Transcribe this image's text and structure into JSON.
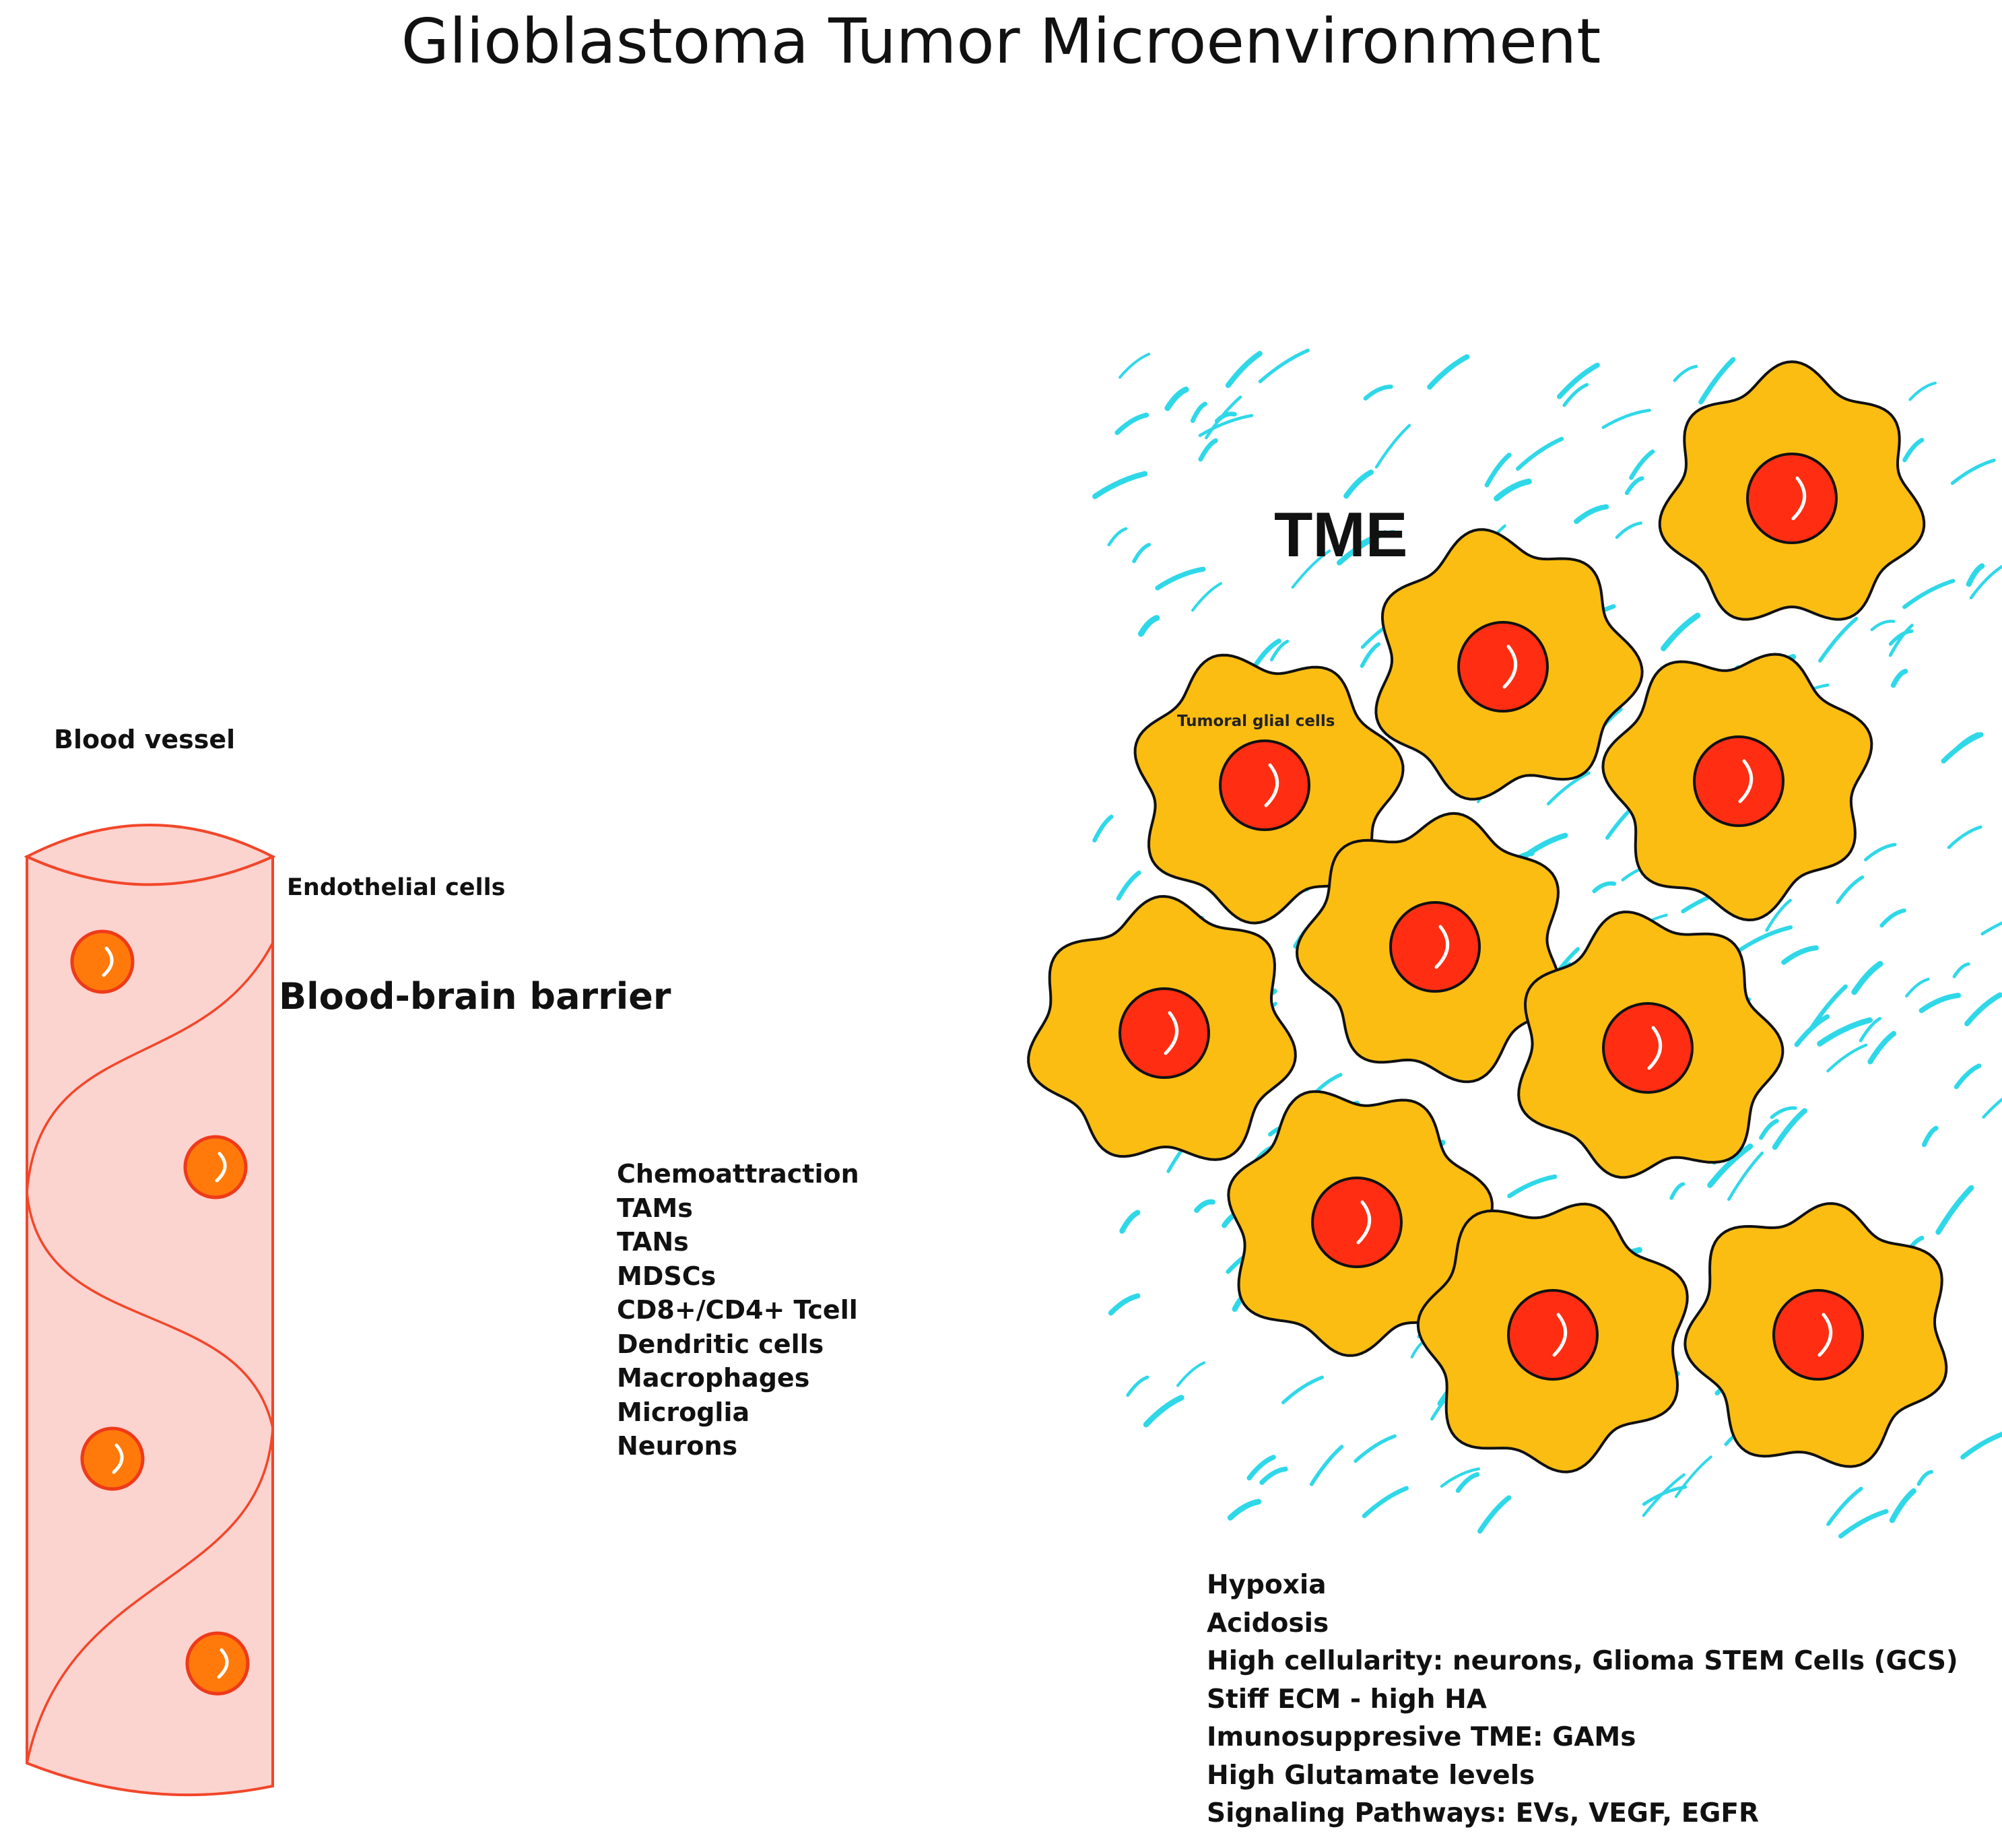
{
  "title": "Glioblastoma Tumor Microenvironment",
  "labels": {
    "blood_vessel": "Blood vessel",
    "endothelial_cells": "Endothelial cells",
    "blood_brain_barrier": "Blood-brain barrier",
    "tme": "TME",
    "tumoral_glial_cells": "Tumoral glial cells"
  },
  "cell_types": [
    "Chemoattraction",
    "TAMs",
    "TANs",
    "MDSCs",
    "CD8+/CD4+ Tcell",
    "Dendritic cells",
    "Macrophages",
    "Microglia",
    "Neurons"
  ],
  "tme_properties": [
    "Hypoxia",
    "Acidosis",
    "High cellularity: neurons, Glioma STEM Cells (GCS)",
    "Stiff ECM - high HA",
    "Imunosuppresive TME: GAMs",
    "High Glutamate levels",
    "Signaling Pathways: EVs, VEGF, EGFR"
  ],
  "colors": {
    "vessel_fill": "#fbd3cf",
    "vessel_stroke": "#f2462a",
    "arrow_stroke": "#ff2a0d",
    "barrier_stroke": "#1a1ad6",
    "glial_fill": "#fbbd12",
    "nucleus_fill": "#ff2d12",
    "endothelial_fill": "#ff7a0a",
    "ecm_fiber": "#2fd8e8"
  }
}
